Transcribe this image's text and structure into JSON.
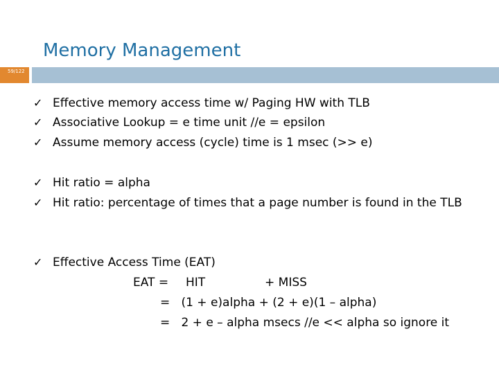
{
  "slide": {
    "title": "Memory Management",
    "number": "59/122"
  },
  "bullets": [
    {
      "icon": "checkmark-icon",
      "glyph": "✓",
      "text": "Effective memory access time w/ Paging HW with TLB"
    },
    {
      "icon": "checkmark-icon",
      "glyph": "✓",
      "text": "Associative Lookup = e time unit //e = epsilon"
    },
    {
      "icon": "checkmark-icon",
      "glyph": "✓",
      "text": "Assume memory access (cycle) time is 1 msec (>> e)"
    },
    {
      "icon": "checkmark-icon",
      "glyph": "✓",
      "text": "Hit ratio = alpha"
    },
    {
      "icon": "checkmark-icon",
      "glyph": "✓",
      "text": "Hit ratio: percentage of times that a page number is found in the TLB"
    },
    {
      "icon": "checkmark-icon",
      "glyph": "✓",
      "text": "Effective Access Time (EAT)"
    }
  ],
  "equations": {
    "line1_lhs": "EAT =",
    "line1_hit": "HIT",
    "line1_miss": "+ MISS",
    "line2": "=   (1 + e)alpha + (2 + e)(1 – alpha)",
    "line3": "=   2 + e – alpha msecs //e << alpha so ignore it"
  },
  "colors": {
    "title": "#1f6fa3",
    "slide_number_box": "#e2882f",
    "header_bar": "#a6c0d4"
  }
}
